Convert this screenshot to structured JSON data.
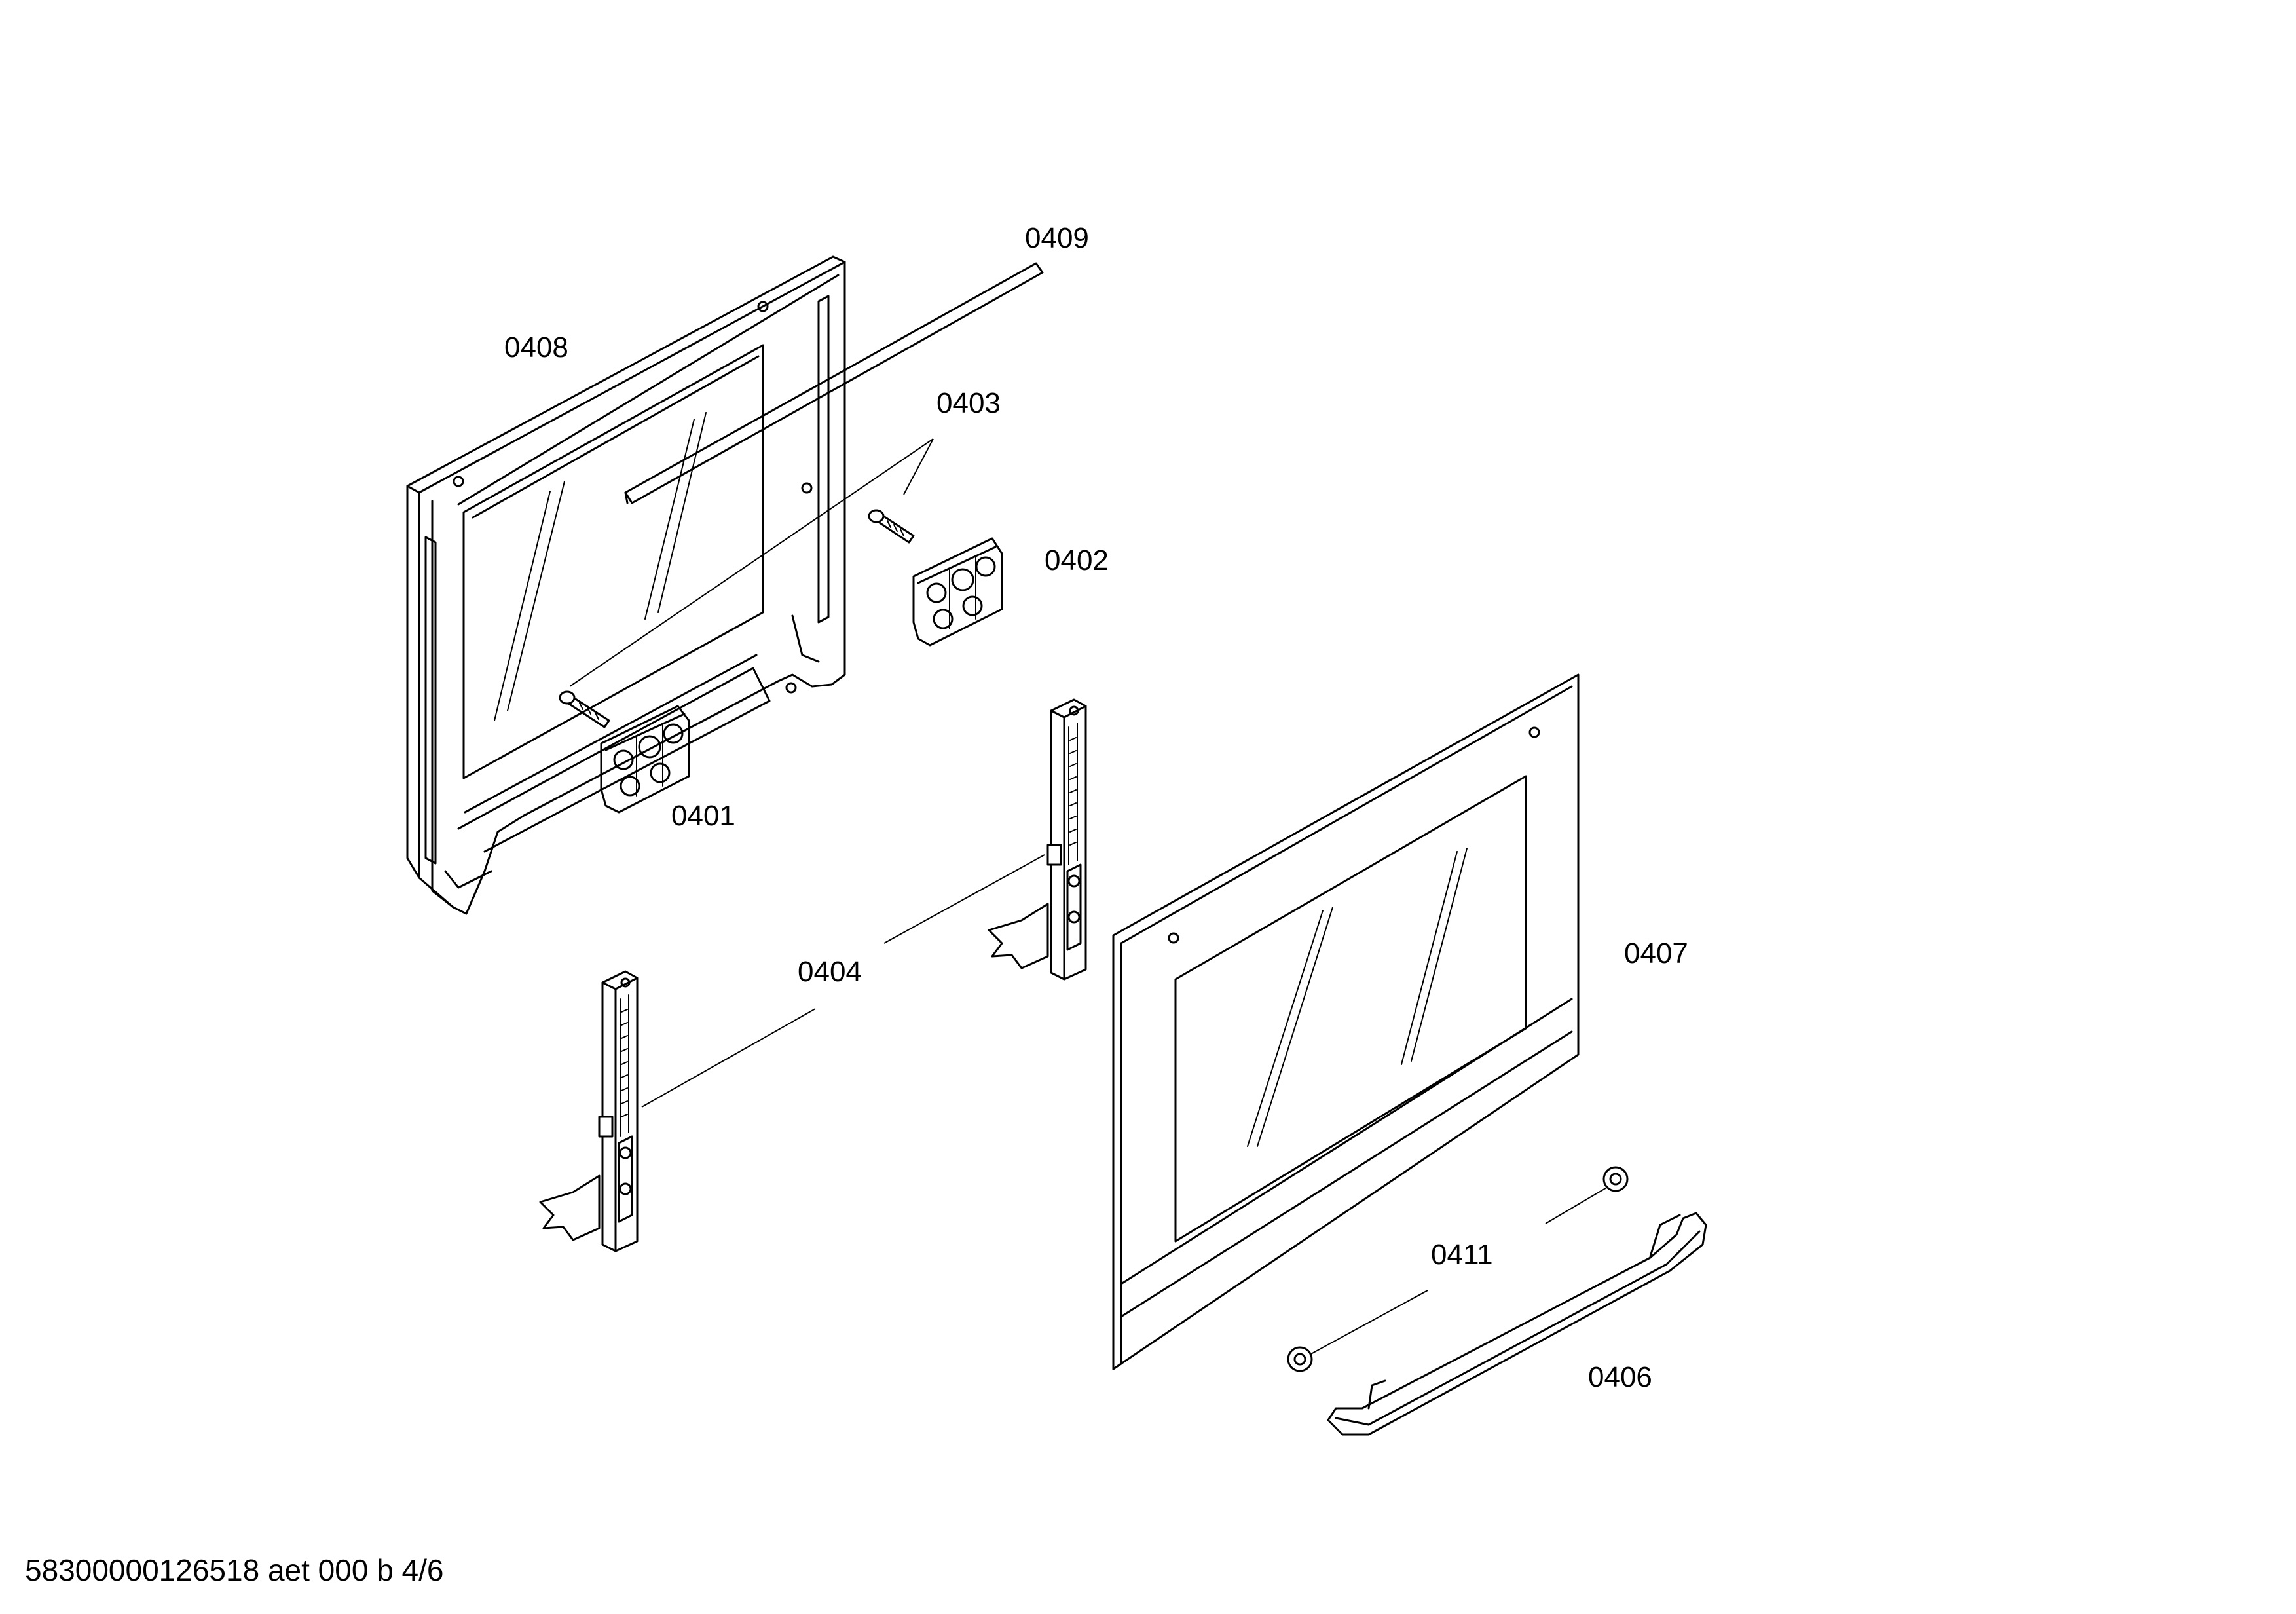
{
  "callouts": {
    "p0409": "0409",
    "p0408": "0408",
    "p0403": "0403",
    "p0402": "0402",
    "p0401": "0401",
    "p0404": "0404",
    "p0407": "0407",
    "p0411": "0411",
    "p0406": "0406"
  },
  "footer": {
    "code": "58300000126518 aet 000 b 4/6"
  }
}
